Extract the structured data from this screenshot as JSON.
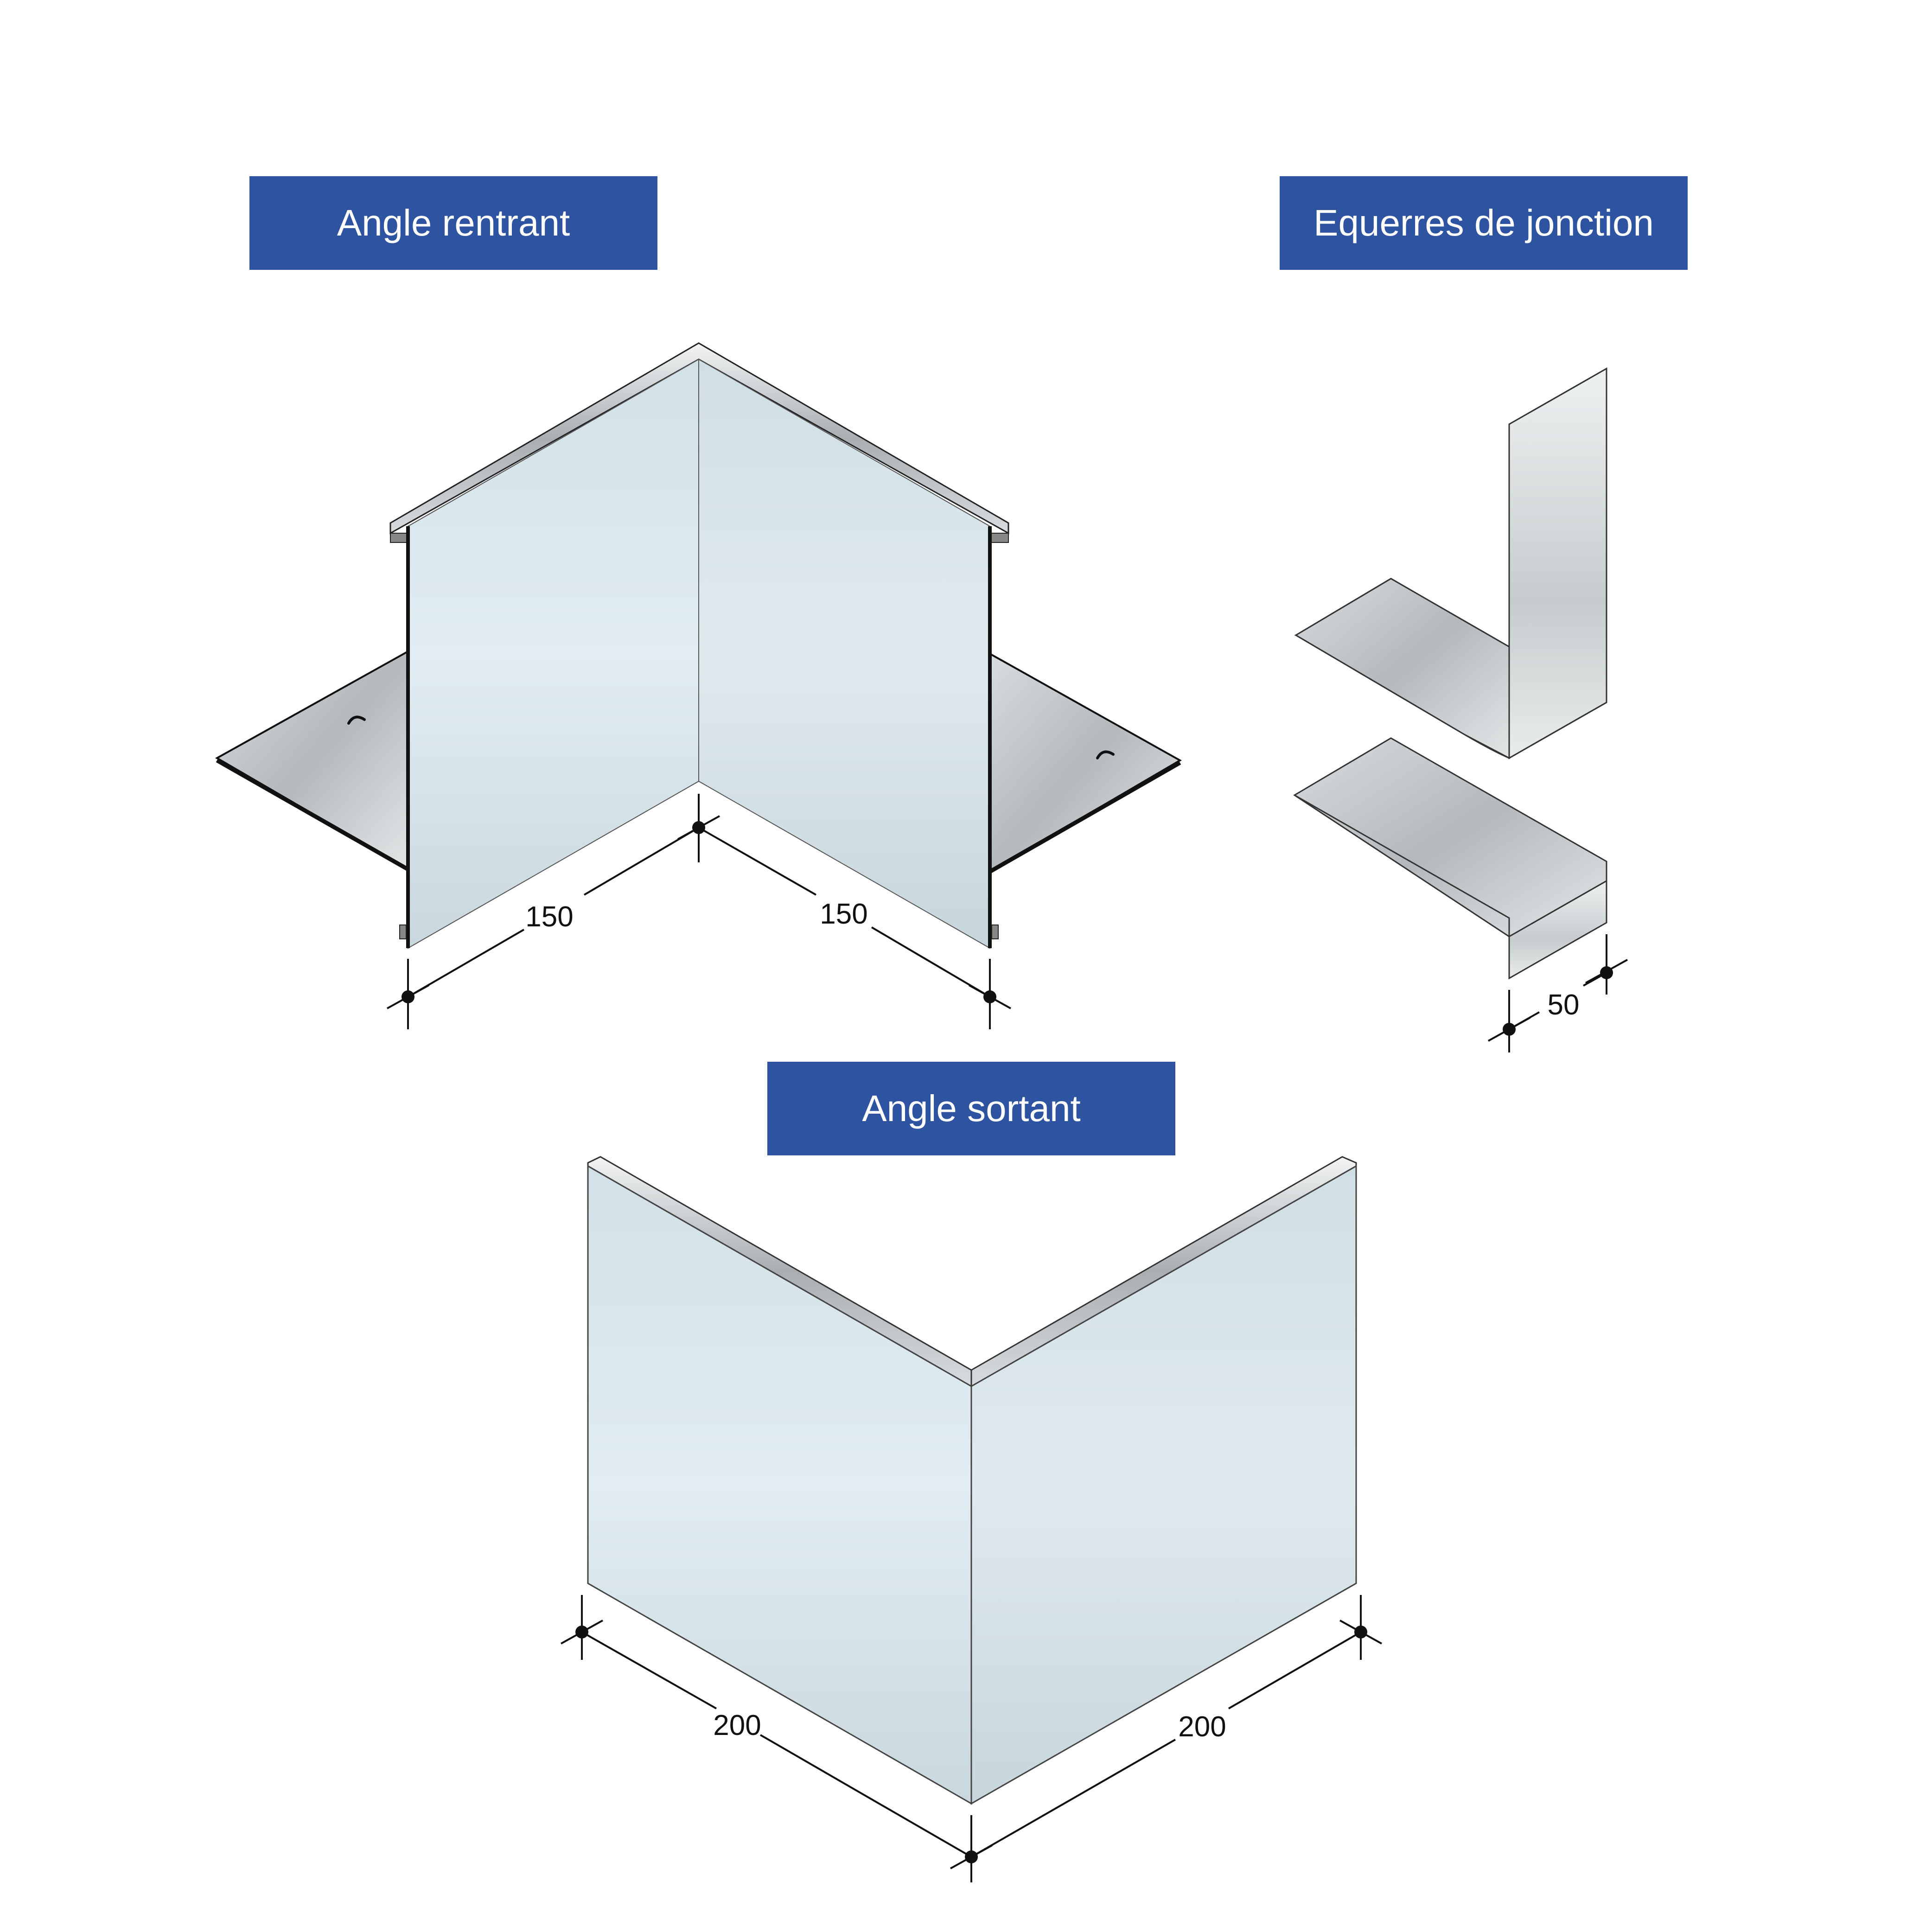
{
  "colors": {
    "banner": "#2e53a1",
    "banner_text": "#ffffff",
    "panel_light": "#e1edf2",
    "panel_mid": "#c9d8de",
    "steel": "#b9bfc2"
  },
  "sections": {
    "angle_rentrant": {
      "title": "Angle rentrant",
      "dim_left": "150",
      "dim_right": "150"
    },
    "equerres": {
      "title": "Equerres de jonction",
      "dim": "50"
    },
    "angle_sortant": {
      "title": "Angle sortant",
      "dim_left": "200",
      "dim_right": "200"
    }
  }
}
